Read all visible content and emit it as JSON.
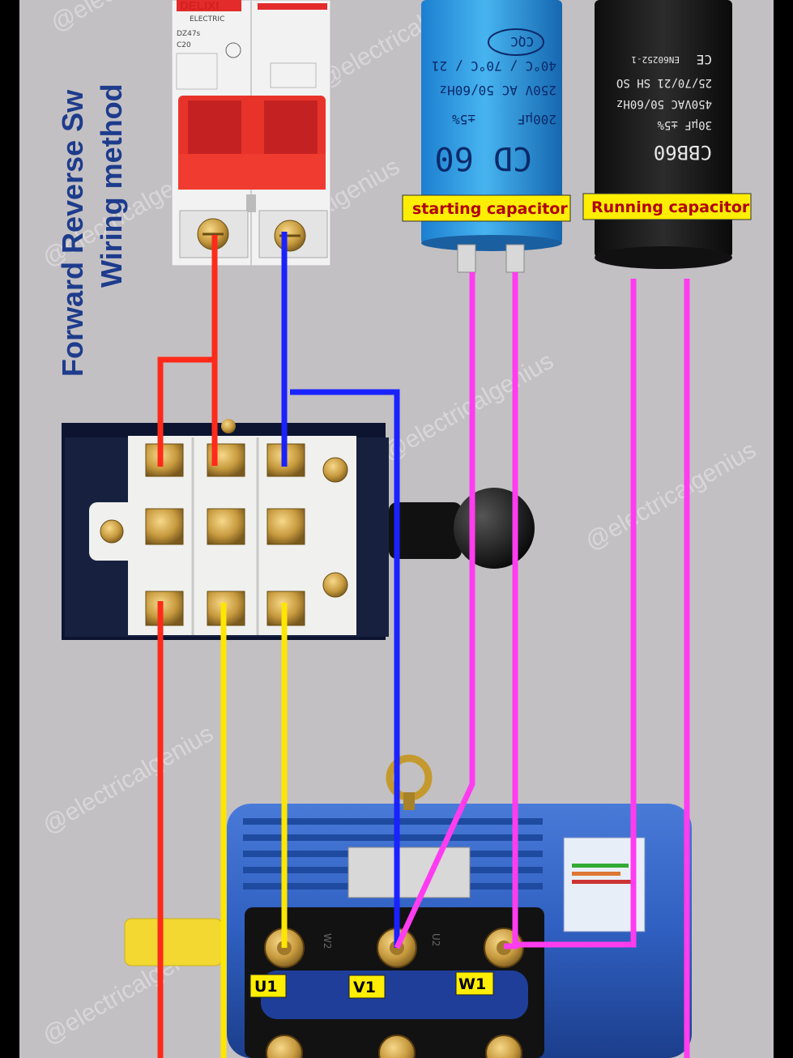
{
  "title": {
    "line1": "Forward Reverse Sw",
    "line2": "Wiring method"
  },
  "watermark": "@electricalgenius",
  "breaker": {
    "brand": "DELIXI",
    "subtitle": "ELECTRIC",
    "model": "DZ47s",
    "rating": "C20"
  },
  "starting_capacitor": {
    "label": "starting capacitor",
    "marking_big": "CD 60",
    "marking_line1": "±5%",
    "marking_line2": "200μF",
    "marking_line3": "250V AC  50/60Hz",
    "marking_line4": "40°C / 70°C / 21",
    "cert": "CQC"
  },
  "running_capacitor": {
    "label": "Running capacitor",
    "marking_big": "CBB60",
    "marking_line1": "30μF ±5%",
    "marking_line2": "450VAC 50/60Hz",
    "marking_line3": "25/70/21 SH SO",
    "marking_line4": "EN60252-1",
    "cert": "CE"
  },
  "terminals": {
    "u1": "U1",
    "v1": "V1",
    "w1": "W1",
    "w2": "W2",
    "u2": "U2"
  },
  "colors": {
    "background": "#c3c0c3",
    "wire_red": "#ff2a1a",
    "wire_blue": "#1a22ff",
    "wire_yellow": "#ffe600",
    "wire_magenta": "#ff3cf0",
    "label_bg": "#ffee00",
    "motor_blue": "#2f5fc0",
    "title_blue": "#1e3c8c"
  }
}
